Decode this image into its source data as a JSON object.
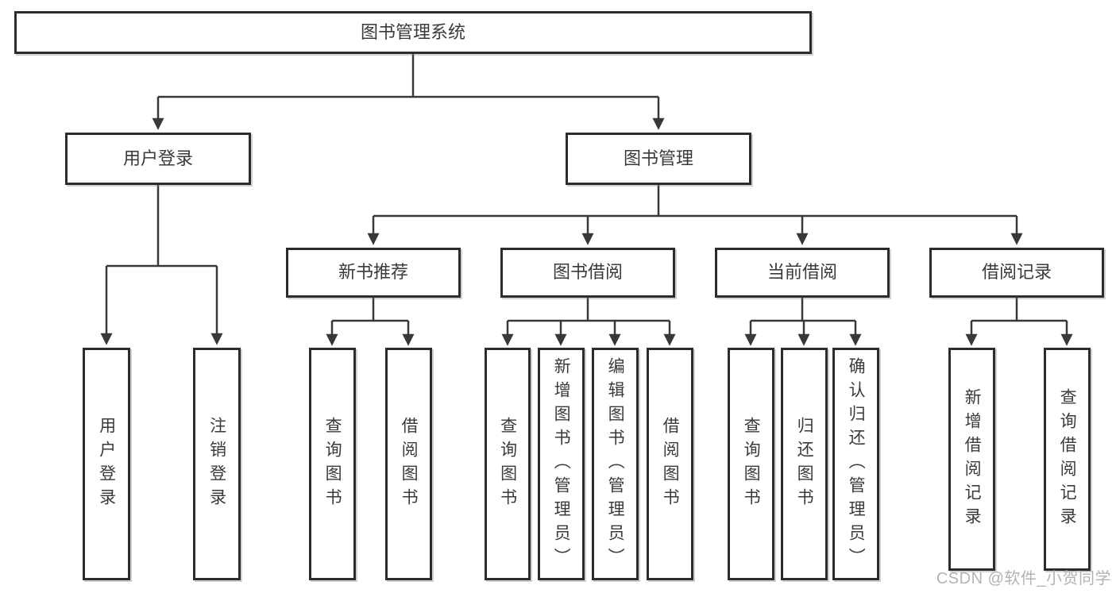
{
  "watermark": "CSDN @软件_小贺同学",
  "colors": {
    "box_border": "#2c2c2c",
    "connector_line": "#383838",
    "node_text": "#3a3a3a",
    "watermark_text": "#b3b3b3",
    "background": "#ffffff"
  },
  "tree": {
    "label": "图书管理系统",
    "children": [
      {
        "label": "用户登录",
        "children": [
          {
            "label": "用户登录"
          },
          {
            "label": "注销登录"
          }
        ]
      },
      {
        "label": "图书管理",
        "children": [
          {
            "label": "新书推荐",
            "children": [
              {
                "label": "查询图书"
              },
              {
                "label": "借阅图书"
              }
            ]
          },
          {
            "label": "图书借阅",
            "children": [
              {
                "label": "查询图书"
              },
              {
                "label": "新增图书（管理员）"
              },
              {
                "label": "编辑图书（管理员）"
              },
              {
                "label": "借阅图书"
              }
            ]
          },
          {
            "label": "当前借阅",
            "children": [
              {
                "label": "查询图书"
              },
              {
                "label": "归还图书"
              },
              {
                "label": "确认归还（管理员）"
              }
            ]
          },
          {
            "label": "借阅记录",
            "children": [
              {
                "label": "新增借阅记录"
              },
              {
                "label": "查询借阅记录"
              }
            ]
          }
        ]
      }
    ]
  }
}
